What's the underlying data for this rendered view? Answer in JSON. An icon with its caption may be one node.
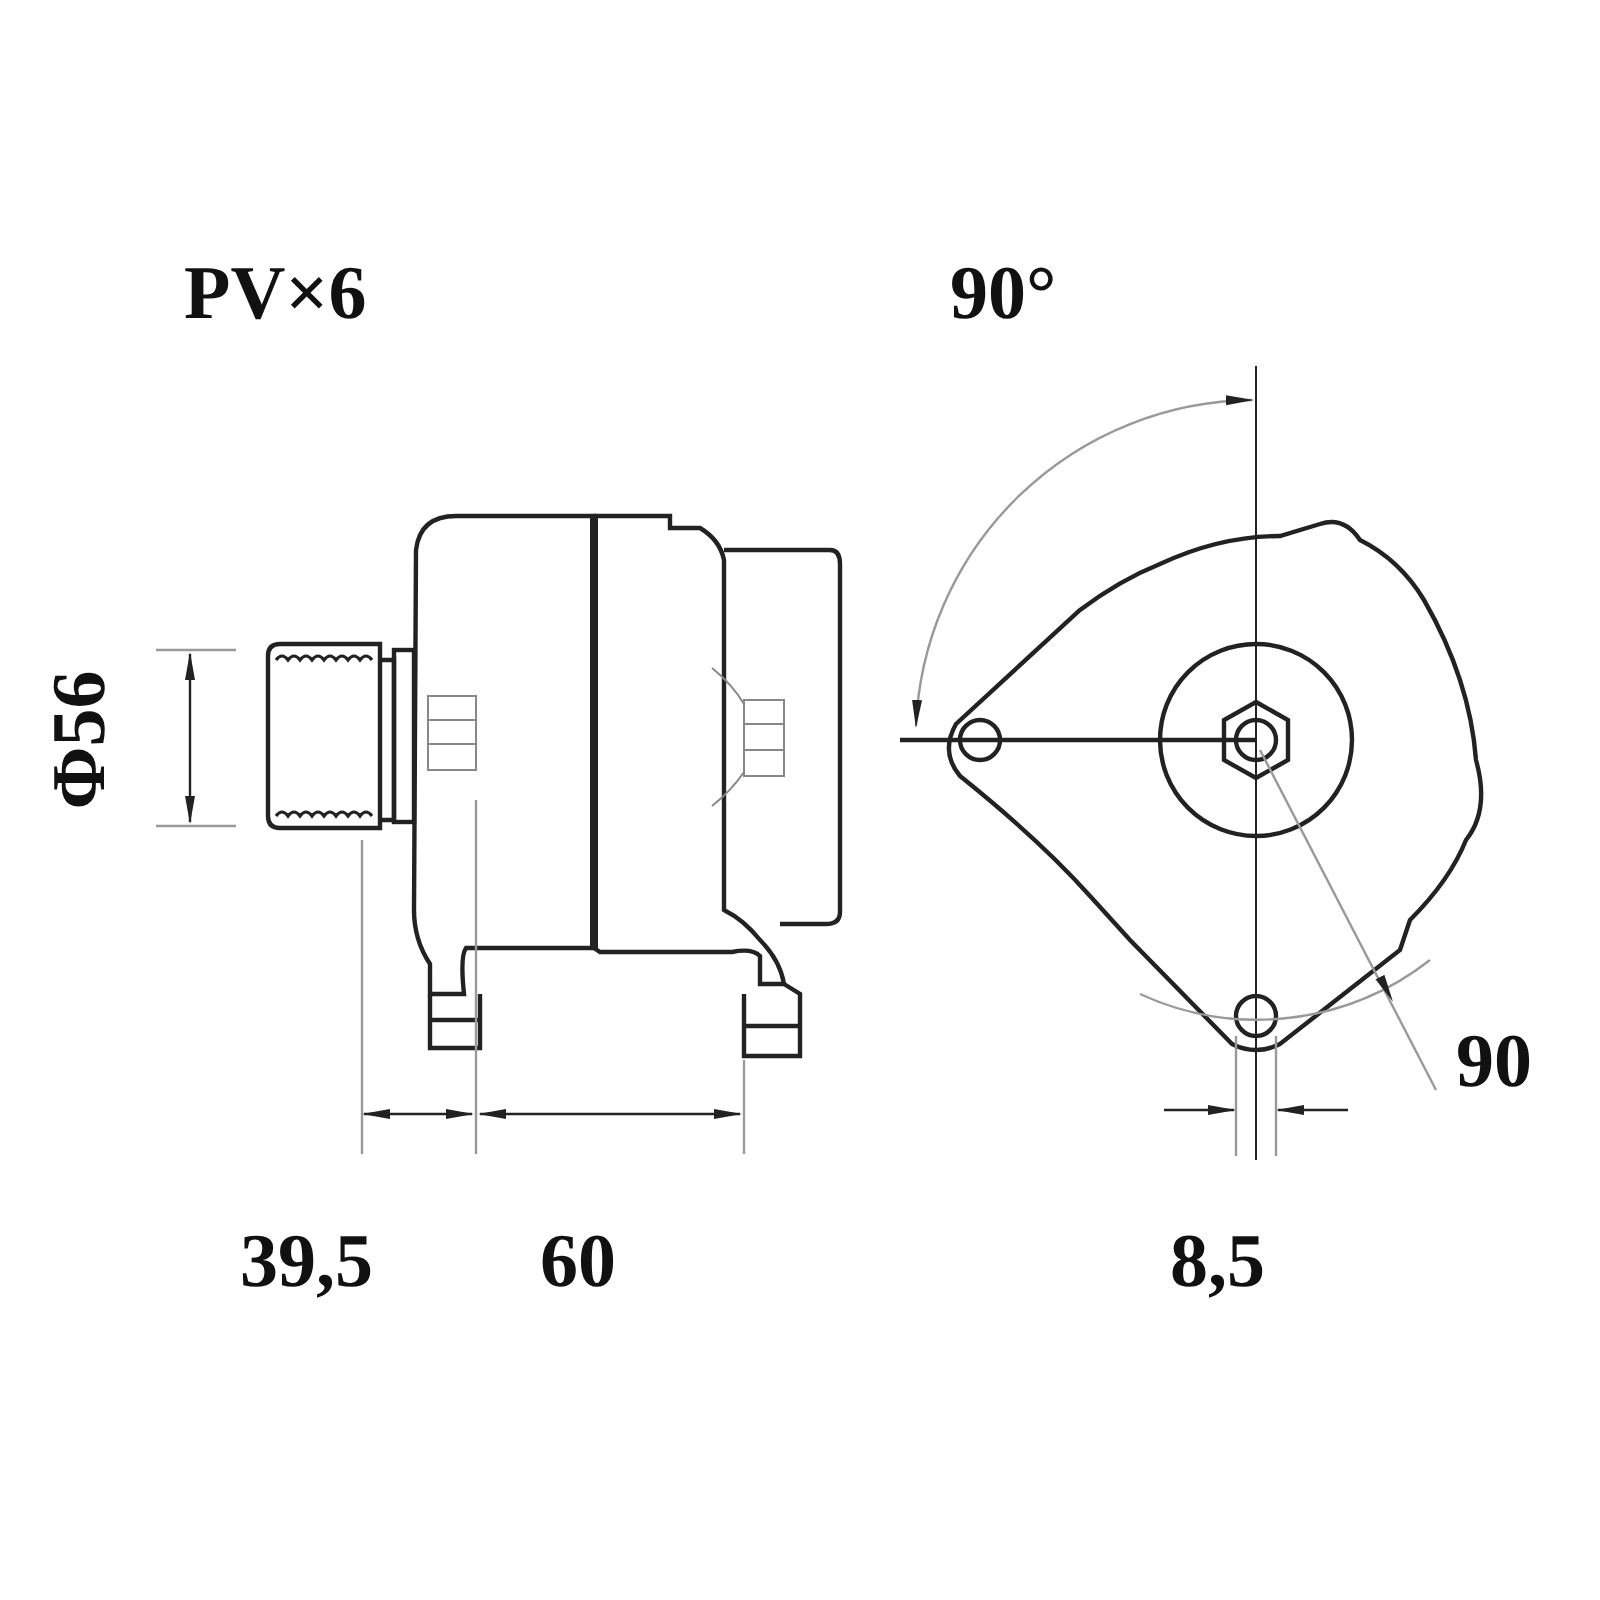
{
  "diagram": {
    "labels": [
      "PV×6",
      "90°",
      "Φ56",
      "39,5",
      "60",
      "8,5",
      "90"
    ]
  }
}
